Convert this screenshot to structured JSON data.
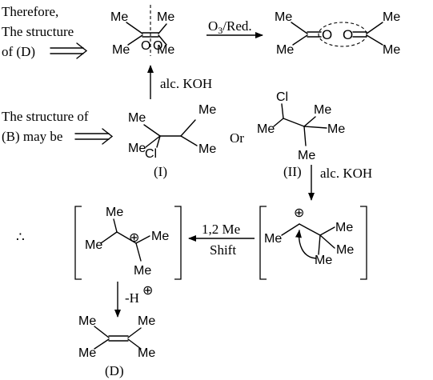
{
  "intro": {
    "line1": "Therefore,",
    "line2": "The structure",
    "line3": "of (D)"
  },
  "structure_b": {
    "line1": "The structure of",
    "line2": "(B) may be",
    "or": "Or"
  },
  "labels": {
    "me": "Me",
    "o": "O",
    "cl": "Cl",
    "compound_i": "(I)",
    "compound_ii": "(II)",
    "compound_d": "(D)",
    "therefore_symbol": "∴",
    "plus": "⊕"
  },
  "reagents": {
    "ozonolysis": "O",
    "ozonolysis_sub": "3",
    "ozonolysis_tail": "/Red.",
    "base_up": "alc. KOH",
    "base_down": "alc. KOH",
    "shift_line1": "1,2 Me",
    "shift_line2": "Shift",
    "deprotonation": "-H"
  }
}
